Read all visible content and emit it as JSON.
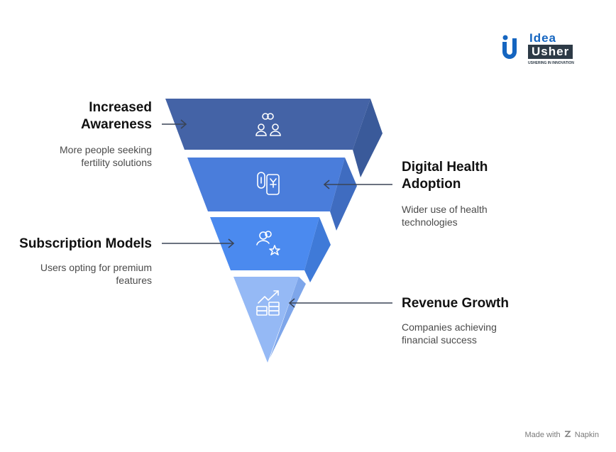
{
  "brand": {
    "logo_line1": "Idea",
    "logo_line2": "Usher",
    "tagline": "USHERING IN INNOVATION",
    "colors": {
      "blue": "#1565c0",
      "dark": "#2d3a46"
    }
  },
  "stages": [
    {
      "title_lines": [
        "Increased",
        "Awareness"
      ],
      "desc_lines": [
        "More people seeking",
        "fertility solutions"
      ],
      "icon": "couple-rings-icon",
      "color": "#3f63a8"
    },
    {
      "title_lines": [
        "Digital Health",
        "Adoption"
      ],
      "desc_lines": [
        "Wider use of health",
        "technologies"
      ],
      "icon": "mobile-payment-icon",
      "color": "#4a7fdc"
    },
    {
      "title_lines": [
        "Subscription Models"
      ],
      "desc_lines": [
        "Users opting for premium",
        "features"
      ],
      "icon": "user-star-icon",
      "color": "#4b8af0"
    },
    {
      "title_lines": [
        "Revenue Growth"
      ],
      "desc_lines": [
        "Companies achieving",
        "financial success"
      ],
      "icon": "money-growth-icon",
      "color": "#8fb6f5"
    }
  ],
  "footer": {
    "made_with": "Made with",
    "napkin": "Napkin"
  }
}
